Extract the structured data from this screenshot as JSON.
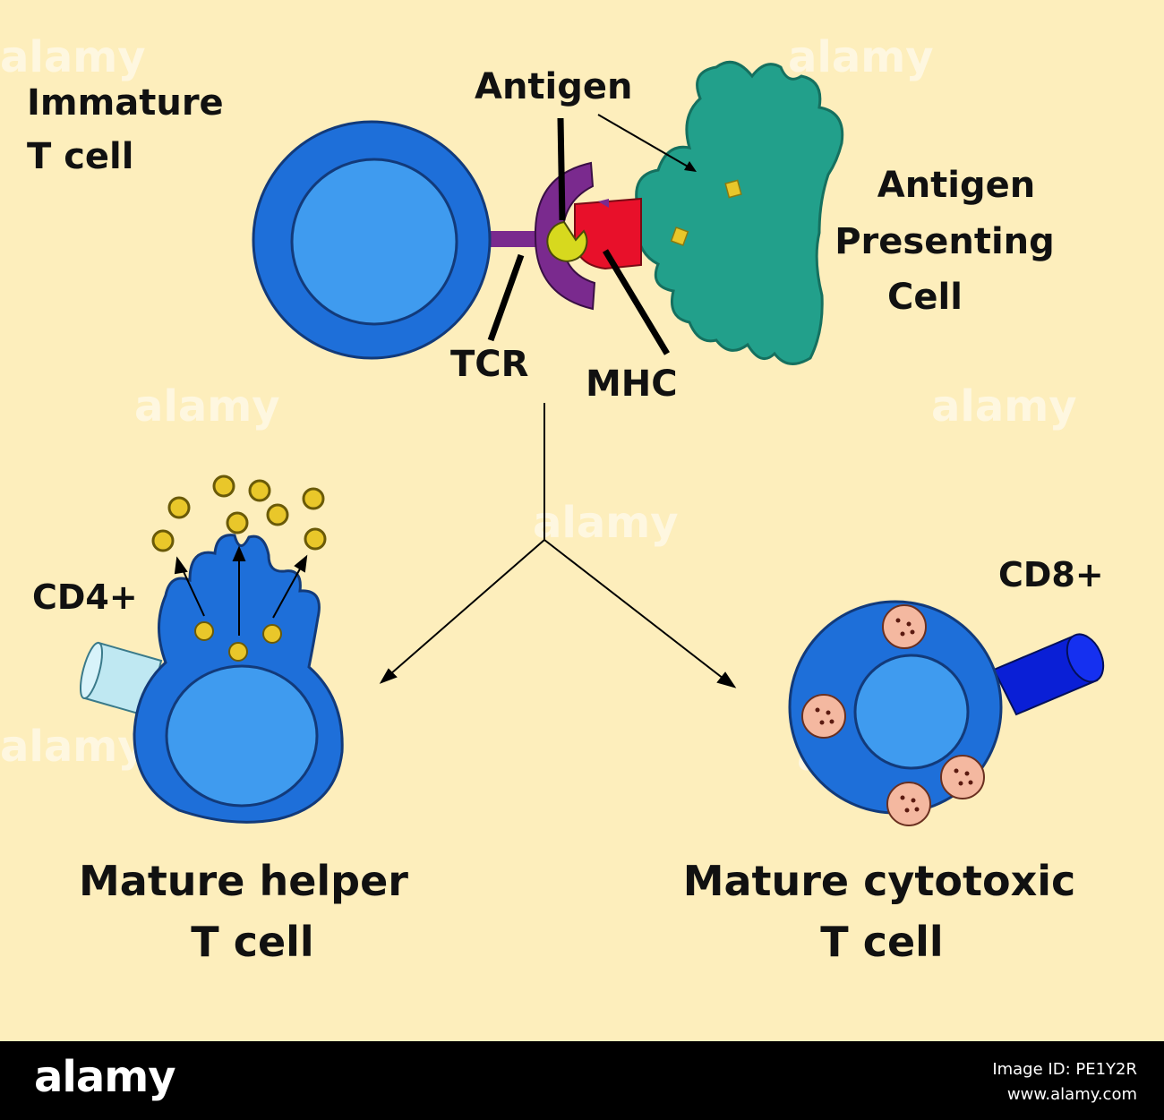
{
  "labels": {
    "immature_line1": "Immature",
    "immature_line2": "T cell",
    "antigen": "Antigen",
    "apc_line1": "Antigen",
    "apc_line2": "Presenting",
    "apc_line3": "Cell",
    "tcr": "TCR",
    "mhc": "MHC",
    "cd4": "CD4+",
    "cd8": "CD8+",
    "helper_line1": "Mature helper",
    "helper_line2": "T cell",
    "cytotoxic_line1": "Mature cytotoxic",
    "cytotoxic_line2": "T cell"
  },
  "watermark": "alamy",
  "footer": {
    "logo": "alamy",
    "image_id": "Image ID: PE1Y2R",
    "site": "www.alamy.com"
  },
  "colors": {
    "background": "#fdeebc",
    "tcell_outer": "#1e6fd9",
    "tcell_inner": "#3f9bef",
    "apc": "#22a08b",
    "tcr": "#7a2a8e",
    "mhc": "#e8102a",
    "antigen": "#d7d91e",
    "granule": "#e9c72a",
    "cd4_receptor": "#bfe8f2",
    "cd8_receptor": "#0a1fd6",
    "vesicle": "#f4b8a0"
  }
}
